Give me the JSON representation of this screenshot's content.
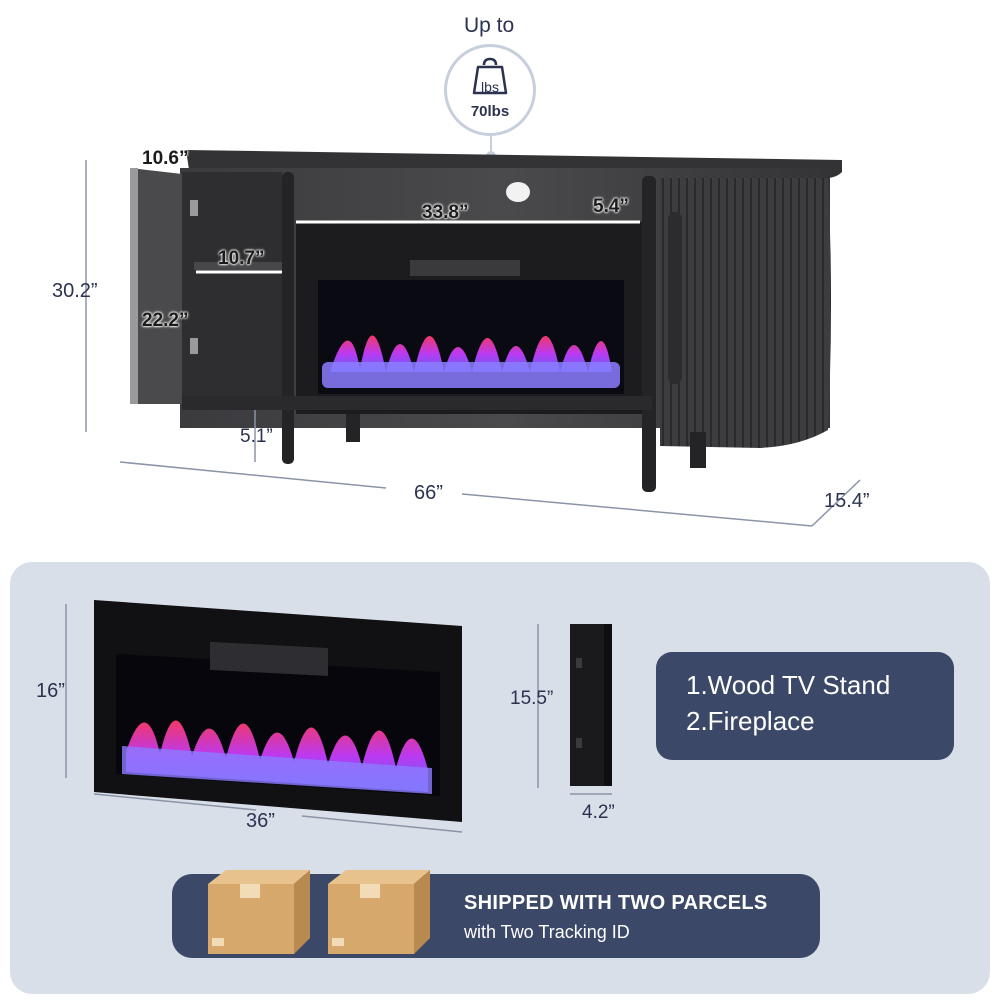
{
  "weight_badge": {
    "caption": "Up to",
    "unit_label": "lbs",
    "value": "70lbs",
    "icon": "weight-icon"
  },
  "tv_stand_dimensions": {
    "door_depth": "10.6”",
    "shelf_depth": "10.7”",
    "inner_width": "33.8”",
    "inner_height": "5.4”",
    "total_height": "30.2”",
    "cabinet_height": "22.2”",
    "clearance": "5.1”",
    "width": "66”",
    "depth": "15.4”"
  },
  "fireplace_dimensions": {
    "height": "16”",
    "width": "36”",
    "side_height": "15.5”",
    "thickness": "4.2”"
  },
  "contents": {
    "item1": "1.Wood TV Stand",
    "item2": "2.Fireplace"
  },
  "shipping": {
    "headline": "SHIPPED WITH TWO PARCELS",
    "subline": "with Two Tracking ID",
    "icon": "parcel-box-icon"
  },
  "colors": {
    "navy": "#3c4868",
    "panel": "#d9dfe9",
    "wood": "#3a3a3c",
    "cardboard": "#d6a86c"
  }
}
